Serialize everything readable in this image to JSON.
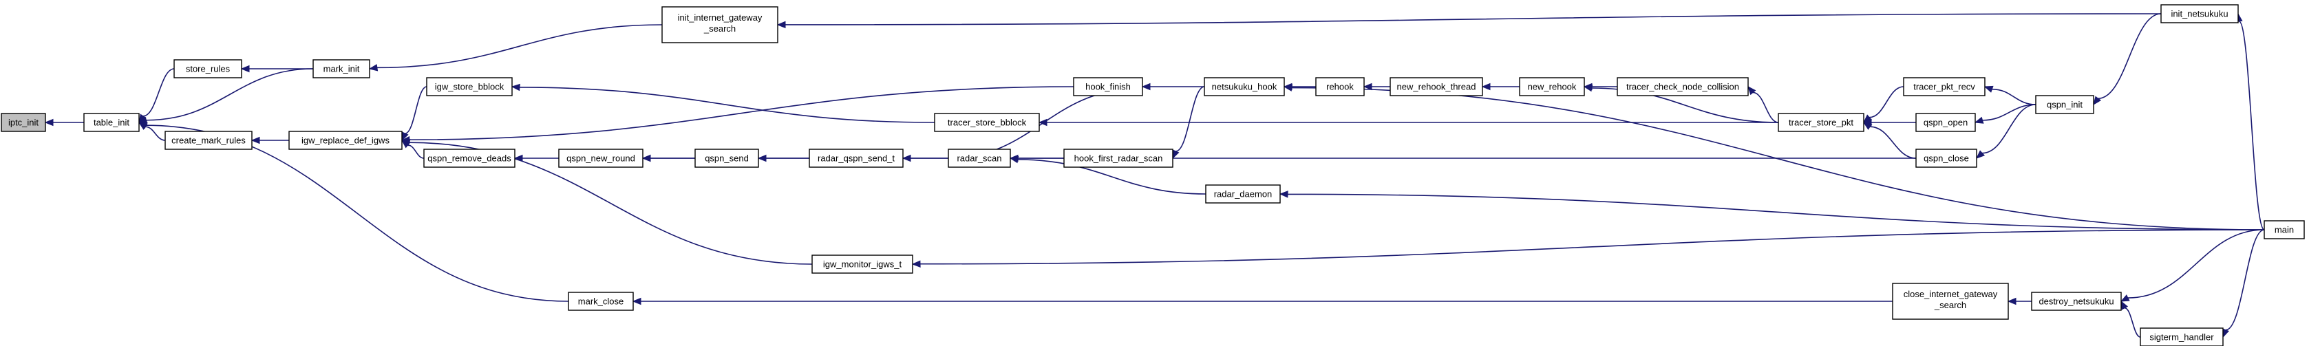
{
  "nodes": {
    "iptc_init": "iptc_init",
    "table_init": "table_init",
    "store_rules": "store_rules",
    "mark_init": "mark_init",
    "create_mark_rules": "create_mark_rules",
    "init_internet_gateway_search": [
      "init_internet_gateway",
      "_search"
    ],
    "igw_replace_def_igws": "igw_replace_def_igws",
    "igw_store_bblock": "igw_store_bblock",
    "qspn_remove_deads": "qspn_remove_deads",
    "igw_monitor_igws_t": "igw_monitor_igws_t",
    "mark_close": "mark_close",
    "qspn_new_round": "qspn_new_round",
    "qspn_send": "qspn_send",
    "radar_qspn_send_t": "radar_qspn_send_t",
    "radar_scan": "radar_scan",
    "hook_finish": "hook_finish",
    "hook_first_radar_scan": "hook_first_radar_scan",
    "radar_daemon": "radar_daemon",
    "tracer_store_bblock": "tracer_store_bblock",
    "netsukuku_hook": "netsukuku_hook",
    "rehook": "rehook",
    "new_rehook_thread": "new_rehook_thread",
    "new_rehook": "new_rehook",
    "tracer_check_node_collision": "tracer_check_node_collision",
    "tracer_store_pkt": "tracer_store_pkt",
    "tracer_pkt_recv": "tracer_pkt_recv",
    "qspn_open": "qspn_open",
    "qspn_close": "qspn_close",
    "qspn_init": "qspn_init",
    "init_netsukuku": "init_netsukuku",
    "main": "main",
    "close_internet_gateway_search": [
      "close_internet_gateway",
      "_search"
    ],
    "destroy_netsukuku": "destroy_netsukuku",
    "sigterm_handler": "sigterm_handler"
  },
  "colors": {
    "edge": "#191970",
    "node_border": "#000000",
    "root_fill": "#bfbfbf"
  }
}
